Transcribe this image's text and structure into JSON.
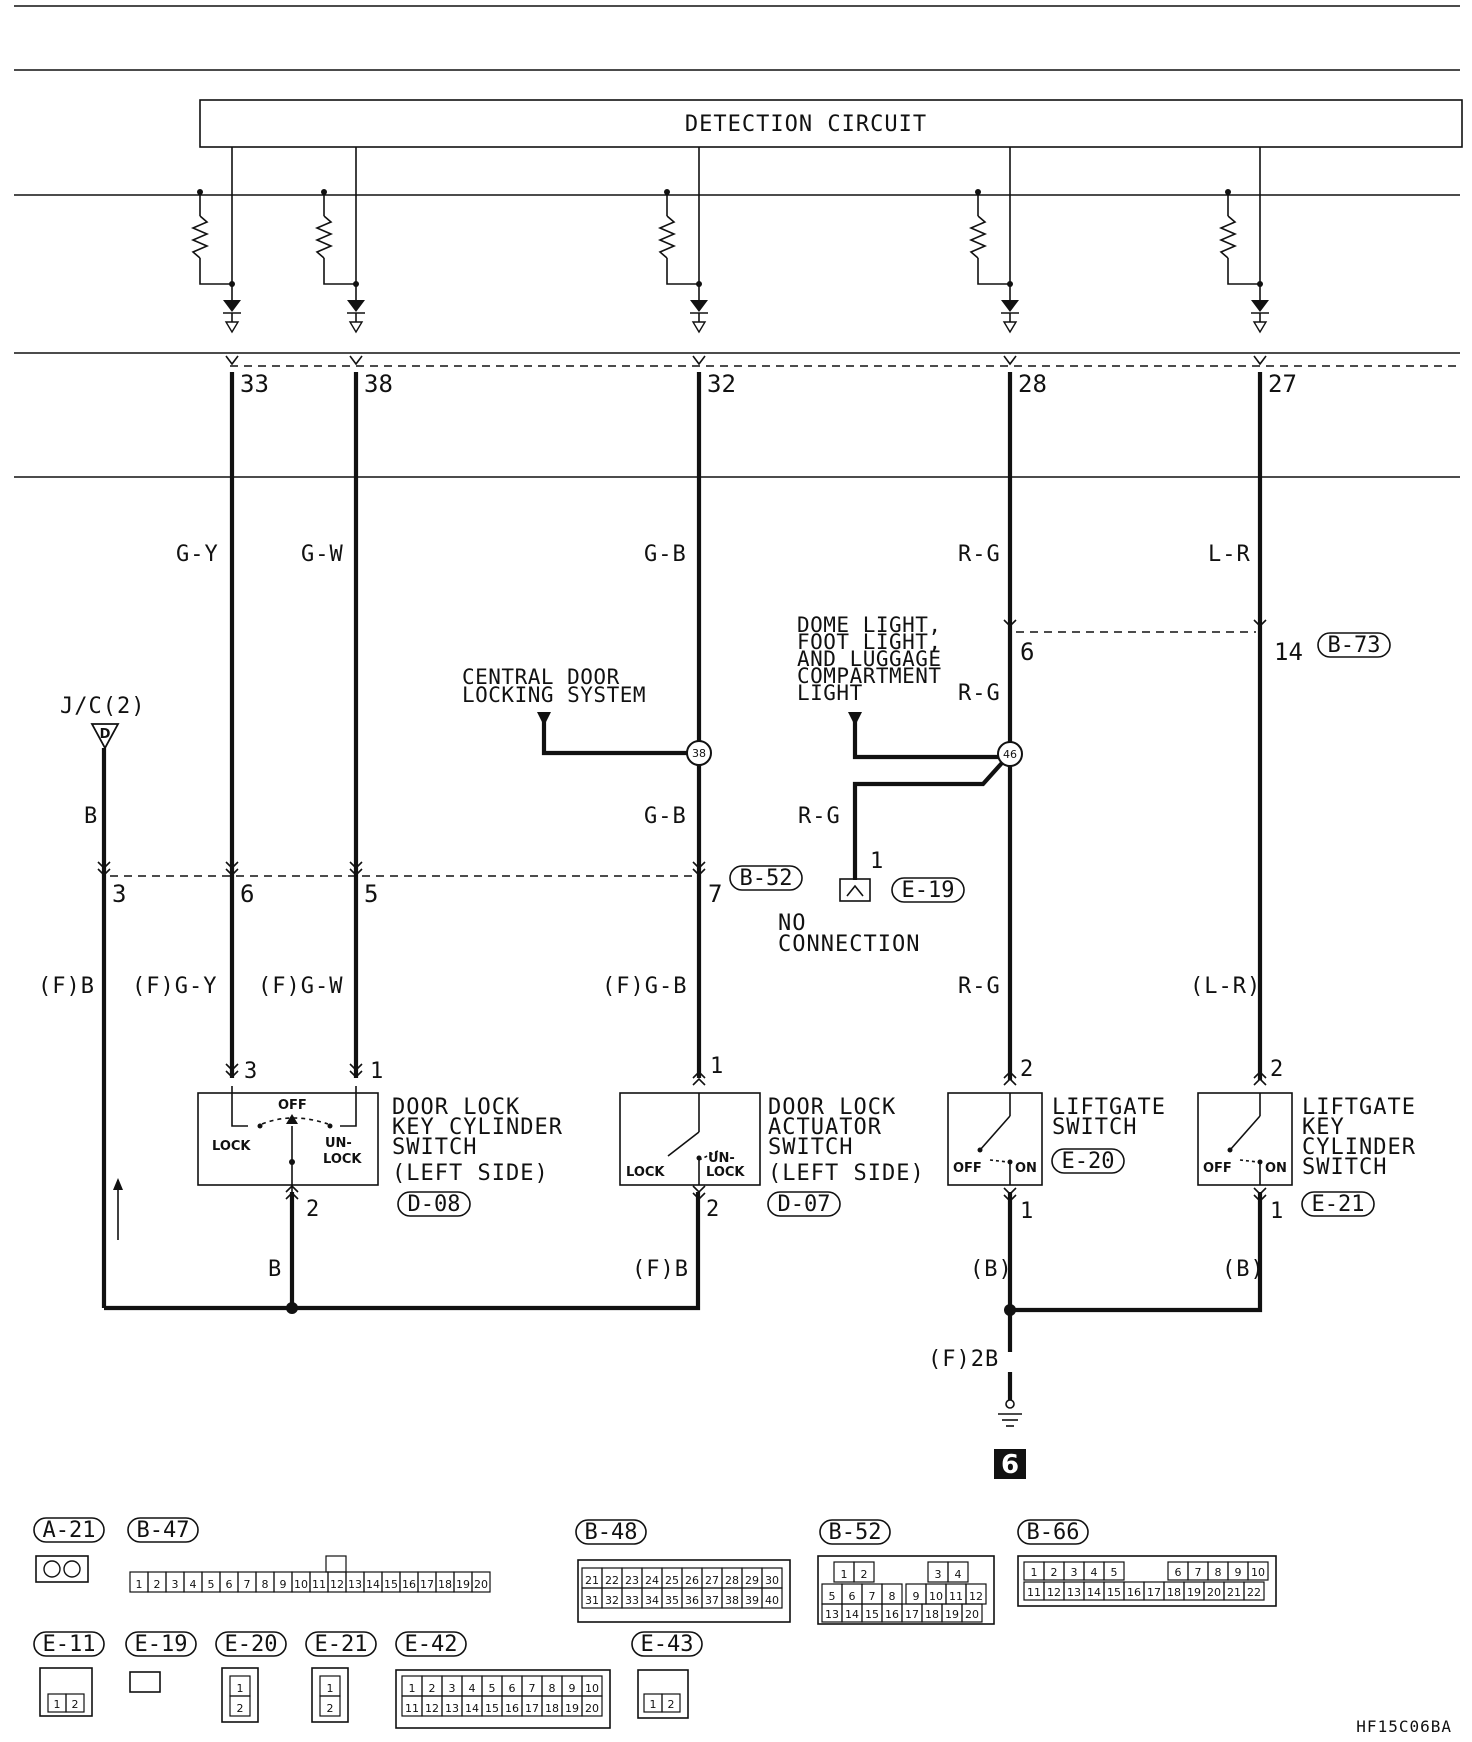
{
  "detection_circuit": "DETECTION CIRCUIT",
  "ecu_pins": [
    "33",
    "38",
    "32",
    "28",
    "27"
  ],
  "wires": {
    "gy": "G-Y",
    "gw": "G-W",
    "gb_top": "G-B",
    "rg_top": "R-G",
    "lr_top": "L-R",
    "b_left": "B",
    "gb_mid": "G-B",
    "rg_mid": "R-G",
    "rg_branch": "R-G",
    "fb": "(F)B",
    "fgy": "(F)G-Y",
    "fgw": "(F)G-W",
    "fgb": "(F)G-B",
    "rg_low": "R-G",
    "lr_low": "(L-R)",
    "b_bottom": "B",
    "fb_bottom": "(F)B",
    "b_ground1": "(B)",
    "b_ground2": "(B)",
    "f2b": "(F)2B"
  },
  "labels": {
    "jc": "J/C(2)",
    "jc_terminal": "D",
    "central_line1": "CENTRAL DOOR",
    "central_line2": "LOCKING SYSTEM",
    "dome_line1": "DOME LIGHT,",
    "dome_line2": "FOOT LIGHT,",
    "dome_line3": "AND LUGGAGE",
    "dome_line4": "COMPARTMENT",
    "dome_line5": "LIGHT",
    "no_conn1": "NO",
    "no_conn2": "CONNECTION",
    "splice_38": "38",
    "splice_46": "46"
  },
  "connectors": {
    "b73": "B-73",
    "b52": "B-52",
    "e19": "E-19",
    "d08": "D-08",
    "d07": "D-07",
    "e20": "E-20",
    "e21": "E-21"
  },
  "pins": {
    "b73_6": "6",
    "b73_14": "14",
    "b52_3": "3",
    "b52_6": "6",
    "b52_5": "5",
    "b52_7": "7",
    "e19_1": "1",
    "d08_3": "3",
    "d08_1": "1",
    "d08_2": "2",
    "d07_1": "1",
    "d07_2": "2",
    "e20_2": "2",
    "e20_1": "1",
    "e21_2": "2",
    "e21_1": "1"
  },
  "components": {
    "key_switch": {
      "line1": "DOOR LOCK",
      "line2": "KEY CYLINDER",
      "line3": "SWITCH",
      "line4": "(LEFT SIDE)",
      "off": "OFF",
      "lock": "LOCK",
      "unlock1": "UN-",
      "unlock2": "LOCK"
    },
    "actuator_switch": {
      "line1": "DOOR LOCK",
      "line2": "ACTUATOR",
      "line3": "SWITCH",
      "line4": "(LEFT SIDE)",
      "lock": "LOCK",
      "unlock1": "UN-",
      "unlock2": "LOCK"
    },
    "liftgate_switch": {
      "line1": "LIFTGATE",
      "line2": "SWITCH",
      "off": "OFF",
      "on": "ON"
    },
    "liftgate_key": {
      "line1": "LIFTGATE",
      "line2": "KEY",
      "line3": "CYLINDER",
      "line4": "SWITCH",
      "off": "OFF",
      "on": "ON"
    }
  },
  "ground": "6",
  "connector_table": {
    "a21": "A-21",
    "b47": "B-47",
    "b48": "B-48",
    "b52": "B-52",
    "b66": "B-66",
    "e11": "E-11",
    "e19": "E-19",
    "e20": "E-20",
    "e21": "E-21",
    "e42": "E-42",
    "e43": "E-43"
  },
  "footer_code": "HF15C06BA"
}
